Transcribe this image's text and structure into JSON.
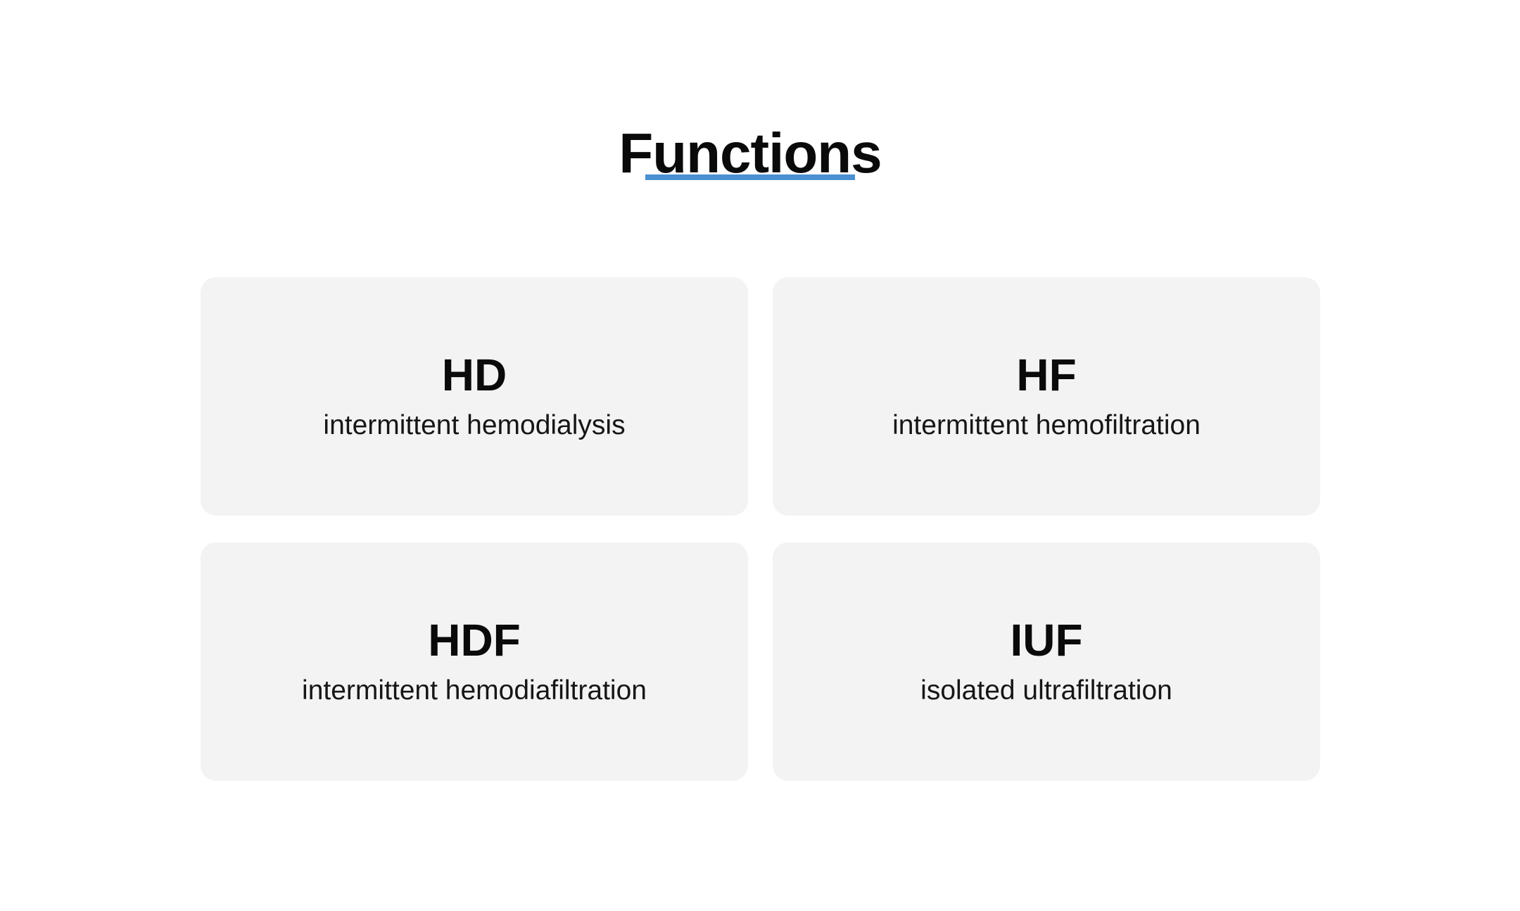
{
  "header": {
    "title": "Functions"
  },
  "theme": {
    "background": "#ffffff",
    "accent_color": "#4a90d2",
    "card_bg": "#f3f3f3",
    "text_color": "#0a0a0a"
  },
  "cards": [
    {
      "abbr": "HD",
      "description": "intermittent hemodialysis"
    },
    {
      "abbr": "HF",
      "description": "intermittent hemofiltration"
    },
    {
      "abbr": "HDF",
      "description": "intermittent hemodiafiltration"
    },
    {
      "abbr": "IUF",
      "description": "isolated ultrafiltration"
    }
  ]
}
